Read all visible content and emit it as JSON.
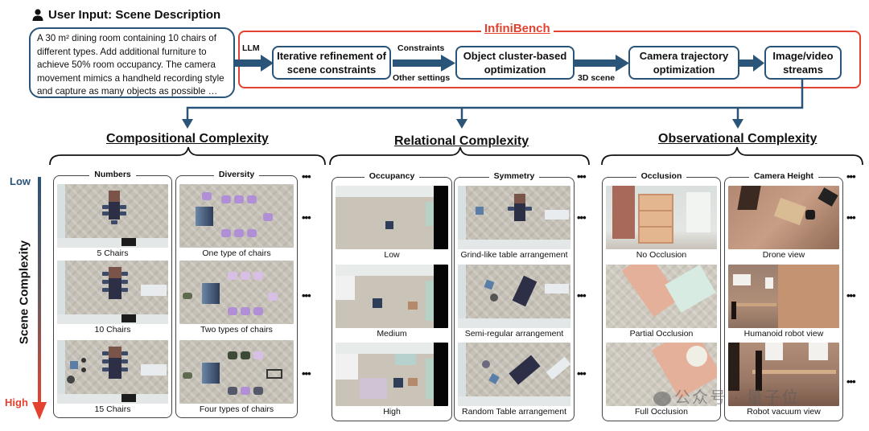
{
  "header": {
    "user_input_title": "User Input: Scene Description",
    "user_input_text": "A 30 m² dining room containing 10 chairs of different types. Add additional furniture to achieve 50% room occupancy. The camera movement mimics a handheld recording style and capture as many objects as possible …",
    "framework_name": "InfiniBench"
  },
  "pipeline": {
    "llm_label": "LLM",
    "steps": [
      "Iterative refinement of scene constraints",
      "Object cluster-based optimization",
      "Camera trajectory optimization",
      "Image/video streams"
    ],
    "edge_labels": {
      "constraints": "Constraints",
      "other_settings": "Other settings",
      "scene_3d": "3D scene"
    }
  },
  "axis": {
    "title": "Scene Complexity",
    "low": "Low",
    "high": "High"
  },
  "sections": [
    {
      "title": "Compositional Complexity",
      "panels": [
        {
          "header": "Numbers",
          "captions": [
            "5 Chairs",
            "10 Chairs",
            "15 Chairs"
          ]
        },
        {
          "header": "Diversity",
          "captions": [
            "One type of chairs",
            "Two types of chairs",
            "Four types of chairs"
          ]
        }
      ]
    },
    {
      "title": "Relational Complexity",
      "panels": [
        {
          "header": "Occupancy",
          "captions": [
            "Low",
            "Medium",
            "High"
          ]
        },
        {
          "header": "Symmetry",
          "captions": [
            "Grind-like table arrangement",
            "Semi-regular arrangement",
            "Random Table arrangement"
          ]
        }
      ]
    },
    {
      "title": "Observational Complexity",
      "panels": [
        {
          "header": "Occlusion",
          "captions": [
            "No Occlusion",
            "Partial Occlusion",
            "Full Occlusion"
          ]
        },
        {
          "header": "Camera Height",
          "captions": [
            "Drone view",
            "Humanoid robot view",
            "Robot vacuum view"
          ]
        }
      ]
    }
  ],
  "ellipsis": "•••",
  "watermark": "公众号 · 量子位",
  "colors": {
    "accent_blue": "#2a5478",
    "accent_red": "#e2422f"
  }
}
